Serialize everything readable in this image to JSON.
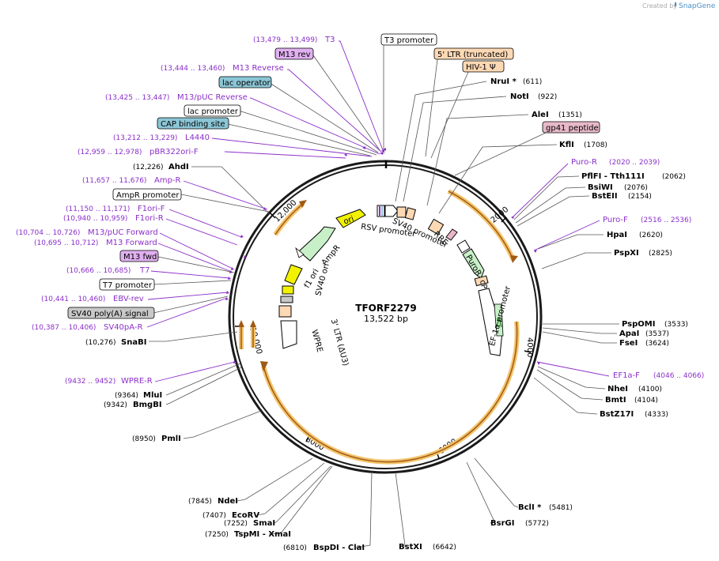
{
  "credit": {
    "text": "Created by",
    "brand": "SnapGene"
  },
  "plasmid": {
    "name": "TFORF2279",
    "size": "13,522 bp"
  },
  "ruler": [
    "2000",
    "4000",
    "6000",
    "8000",
    "10,000",
    "12,000"
  ],
  "sites": [
    {
      "name": "NruI *",
      "pos": "(611)"
    },
    {
      "name": "NotI",
      "pos": "(922)"
    },
    {
      "name": "AleI",
      "pos": "(1351)"
    },
    {
      "name": "KflI",
      "pos": "(1708)"
    },
    {
      "name": "PflFI  - Tth111I",
      "pos": "(2062)"
    },
    {
      "name": "BsiWI",
      "pos": "(2076)"
    },
    {
      "name": "BstEII",
      "pos": "(2154)"
    },
    {
      "name": "HpaI",
      "pos": "(2620)"
    },
    {
      "name": "PspXI",
      "pos": "(2825)"
    },
    {
      "name": "PspOMI",
      "pos": "(3533)"
    },
    {
      "name": "ApaI",
      "pos": "(3537)"
    },
    {
      "name": "FseI",
      "pos": "(3624)"
    },
    {
      "name": "NheI",
      "pos": "(4100)"
    },
    {
      "name": "BmtI",
      "pos": "(4104)"
    },
    {
      "name": "BstZ17I",
      "pos": "(4333)"
    },
    {
      "name": "BclI *",
      "pos": "(5481)"
    },
    {
      "name": "BsrGI",
      "pos": "(5772)"
    },
    {
      "name": "BstXI",
      "pos": "(6642)"
    },
    {
      "name": "BspDI  - ClaI",
      "pos": "(6810)"
    },
    {
      "name": "TspMI  - XmaI",
      "pos": "(7250)"
    },
    {
      "name": "SmaI",
      "pos": "(7252)"
    },
    {
      "name": "EcoRV",
      "pos": "(7407)"
    },
    {
      "name": "NdeI",
      "pos": "(7845)"
    },
    {
      "name": "PmlI",
      "pos": "(8950)"
    },
    {
      "name": "BmgBI",
      "pos": "(9342)"
    },
    {
      "name": "MluI",
      "pos": "(9364)"
    },
    {
      "name": "SnaBI",
      "pos": "(10,276)"
    },
    {
      "name": "AhdI",
      "pos": "(12,226)"
    }
  ],
  "primers": [
    {
      "name": "T3",
      "pos": "(13,479 .. 13,499)"
    },
    {
      "name": "M13 Reverse",
      "pos": "(13,444 .. 13,460)"
    },
    {
      "name": "M13/pUC Reverse",
      "pos": "(13,425 .. 13,447)"
    },
    {
      "name": "L4440",
      "pos": "(13,212 .. 13,229)"
    },
    {
      "name": "pBR322ori-F",
      "pos": "(12,959 .. 12,978)"
    },
    {
      "name": "Amp-R",
      "pos": "(11,657 .. 11,676)"
    },
    {
      "name": "F1ori-F",
      "pos": "(11,150 .. 11,171)"
    },
    {
      "name": "F1ori-R",
      "pos": "(10,940 .. 10,959)"
    },
    {
      "name": "M13/pUC Forward",
      "pos": "(10,704 .. 10,726)"
    },
    {
      "name": "M13 Forward",
      "pos": "(10,695 .. 10,712)"
    },
    {
      "name": "T7",
      "pos": "(10,666 .. 10,685)"
    },
    {
      "name": "EBV-rev",
      "pos": "(10,441 .. 10,460)"
    },
    {
      "name": "SV40pA-R",
      "pos": "(10,387 .. 10,406)"
    },
    {
      "name": "WPRE-R",
      "pos": "(9432 .. 9452)"
    },
    {
      "name": "Puro-R",
      "pos": "(2020 .. 2039)"
    },
    {
      "name": "Puro-F",
      "pos": "(2516 .. 2536)"
    },
    {
      "name": "EF1a-F",
      "pos": "(4046 .. 4066)"
    }
  ],
  "boxes": [
    {
      "text": "M13 rev",
      "fill": "#e0b0f0"
    },
    {
      "text": "lac operator",
      "fill": "#8cc6d6"
    },
    {
      "text": "lac promoter",
      "fill": "#ffffff"
    },
    {
      "text": "CAP binding site",
      "fill": "#8cc6d6"
    },
    {
      "text": "AmpR promoter",
      "fill": "#ffffff"
    },
    {
      "text": "M13 fwd",
      "fill": "#e0b0f0"
    },
    {
      "text": "T7 promoter",
      "fill": "#ffffff"
    },
    {
      "text": "SV40 poly(A) signal",
      "fill": "#c8c8c8"
    },
    {
      "text": "T3 promoter",
      "fill": "#ffffff"
    },
    {
      "text": "5' LTR (truncated)",
      "fill": "#fcd8b4"
    },
    {
      "text": "HIV-1 Ψ",
      "fill": "#fcd8b4"
    },
    {
      "text": "gp41 peptide",
      "fill": "#e8b8c8"
    }
  ],
  "features": [
    "ori",
    "AmpR",
    "f1 ori",
    "SV40 ori",
    "RSV promoter",
    "SV40 promoter",
    "RRE",
    "PuroR",
    "cPPT/CTS",
    "EF-1α promoter",
    "3' LTR (ΔU3)",
    "WPRE"
  ],
  "colors": {
    "primer": "#8b2fc9",
    "orf_outline": "#f4c46c",
    "orf_arrow": "#a05a14",
    "backbone": "#1a1a1a",
    "ori": "#f2f200",
    "ampr": "#c8f0c8",
    "puror": "#c8f0c8",
    "ltr": "#fcd8b4"
  }
}
